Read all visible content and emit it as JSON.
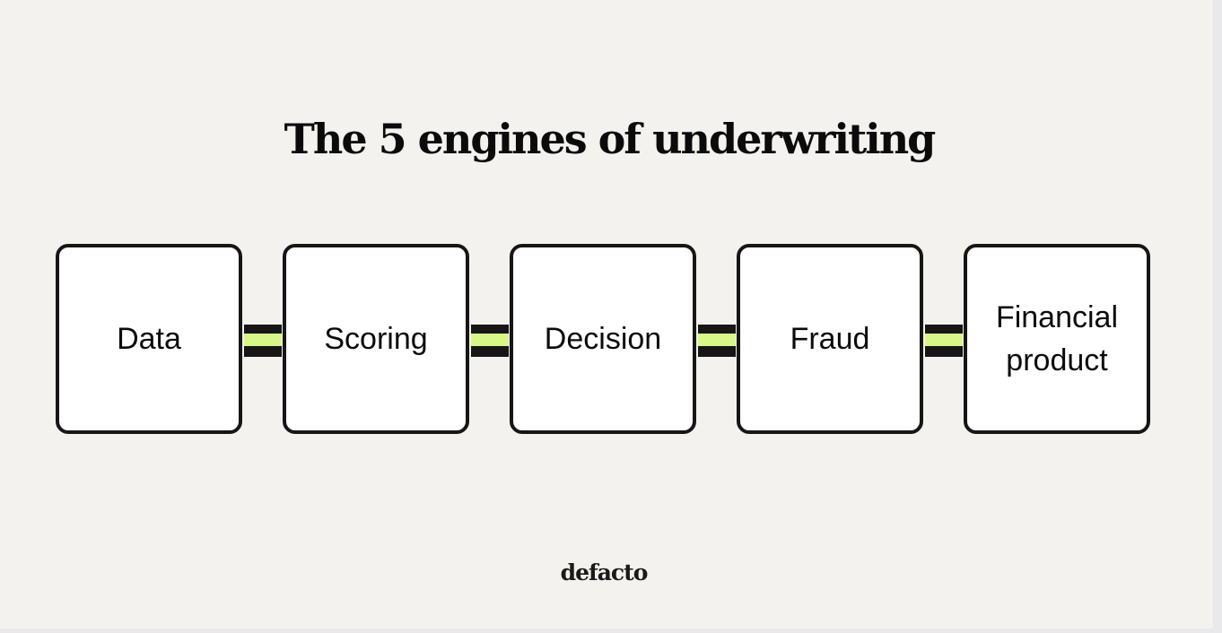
{
  "title": "The 5 engines of underwriting",
  "steps": [
    {
      "label": "Data"
    },
    {
      "label": "Scoring"
    },
    {
      "label": "Decision"
    },
    {
      "label": "Fraud"
    },
    {
      "label": "Financial product"
    }
  ],
  "brand": "defacto",
  "colors": {
    "background": "#f4f2ef",
    "box_fill": "#ffffff",
    "outline": "#161616",
    "accent": "#d7f888"
  }
}
